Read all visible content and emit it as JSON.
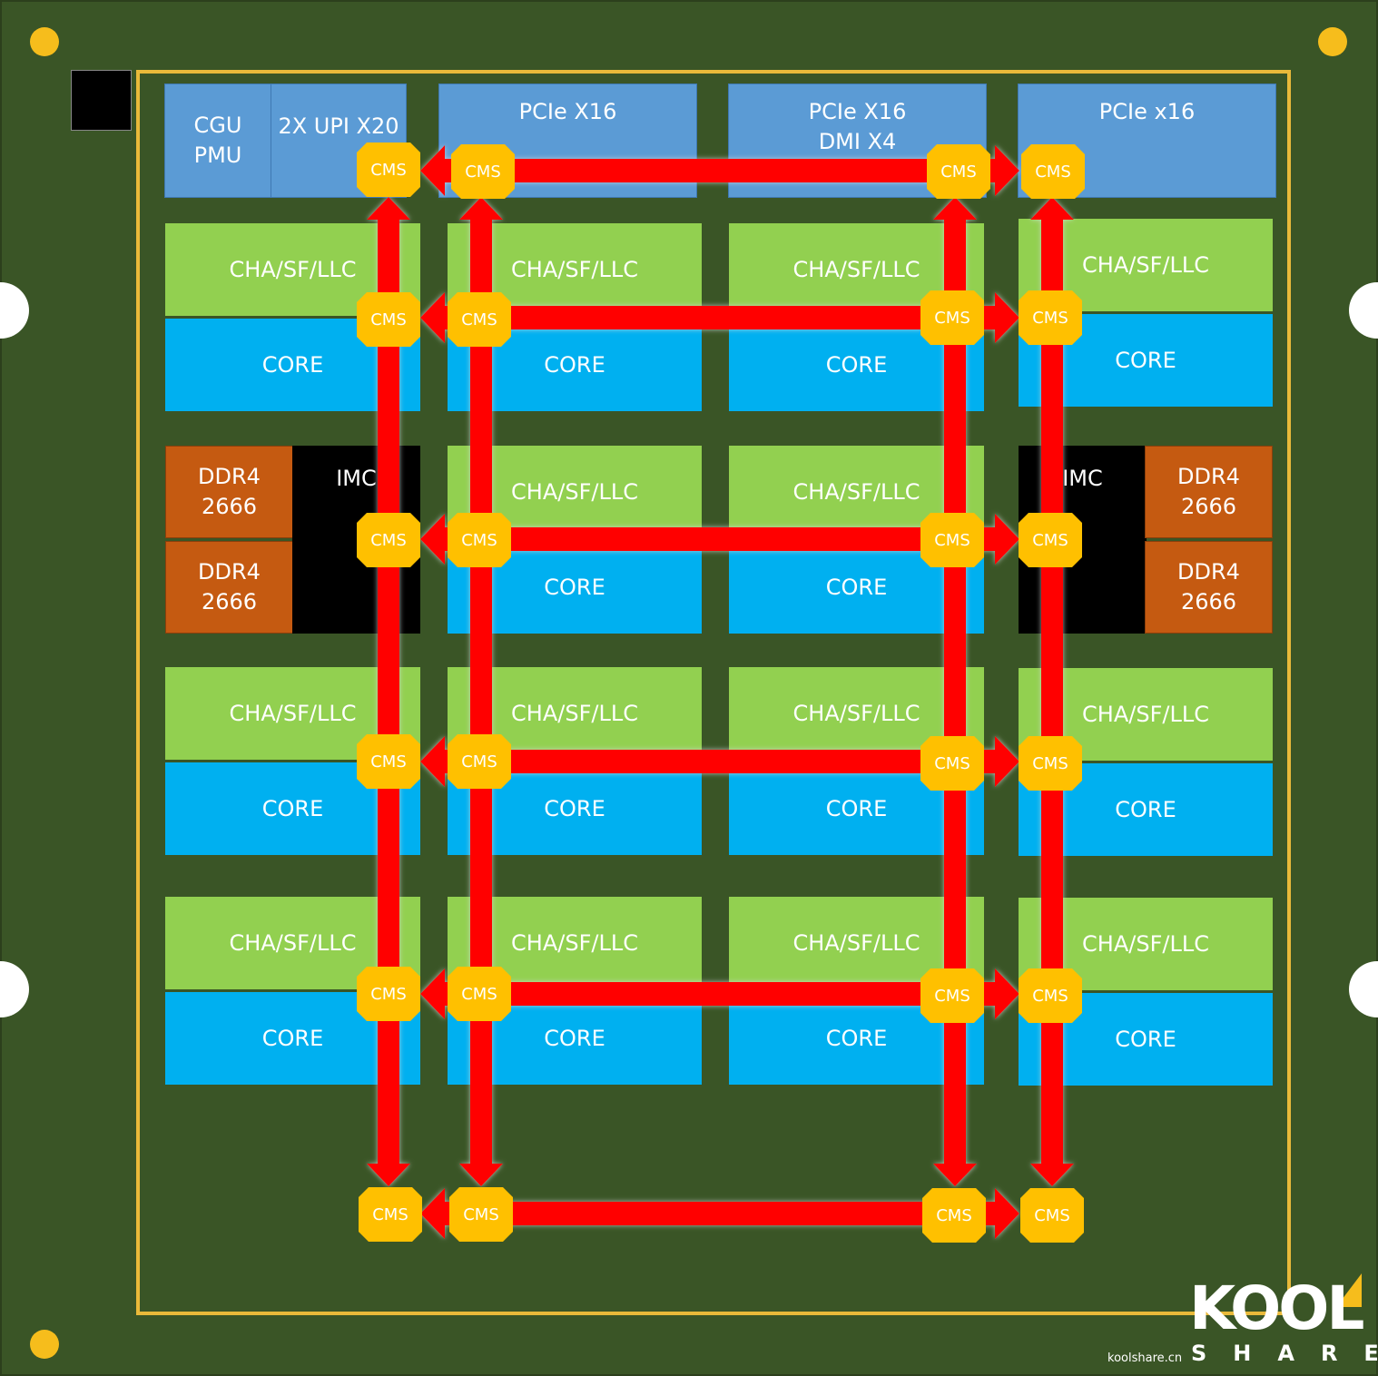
{
  "io_blocks": {
    "cgu_pmu": "CGU\nPMU",
    "upi": "2X UPI X20",
    "pcie_1": "PCIe X16",
    "pcie_2": "PCIe X16\nDMI X4",
    "pcie_3": "PCIe x16"
  },
  "tile": {
    "cha": "CHA/SF/LLC",
    "core": "CORE"
  },
  "memory": {
    "imc": "IMC",
    "ddr": "DDR4\n2666"
  },
  "cms_label": "CMS",
  "logo": {
    "word": "KOOL",
    "sub": "SHARE",
    "url": "koolshare.cn"
  },
  "colors": {
    "board": "#3a5526",
    "die_outline": "#e9b93a",
    "io": "#5b9bd5",
    "cha": "#92d050",
    "core": "#00b0f0",
    "ddr": "#c55a11",
    "imc": "#000000",
    "cms": "#ffc000",
    "mesh": "#ff0000"
  }
}
